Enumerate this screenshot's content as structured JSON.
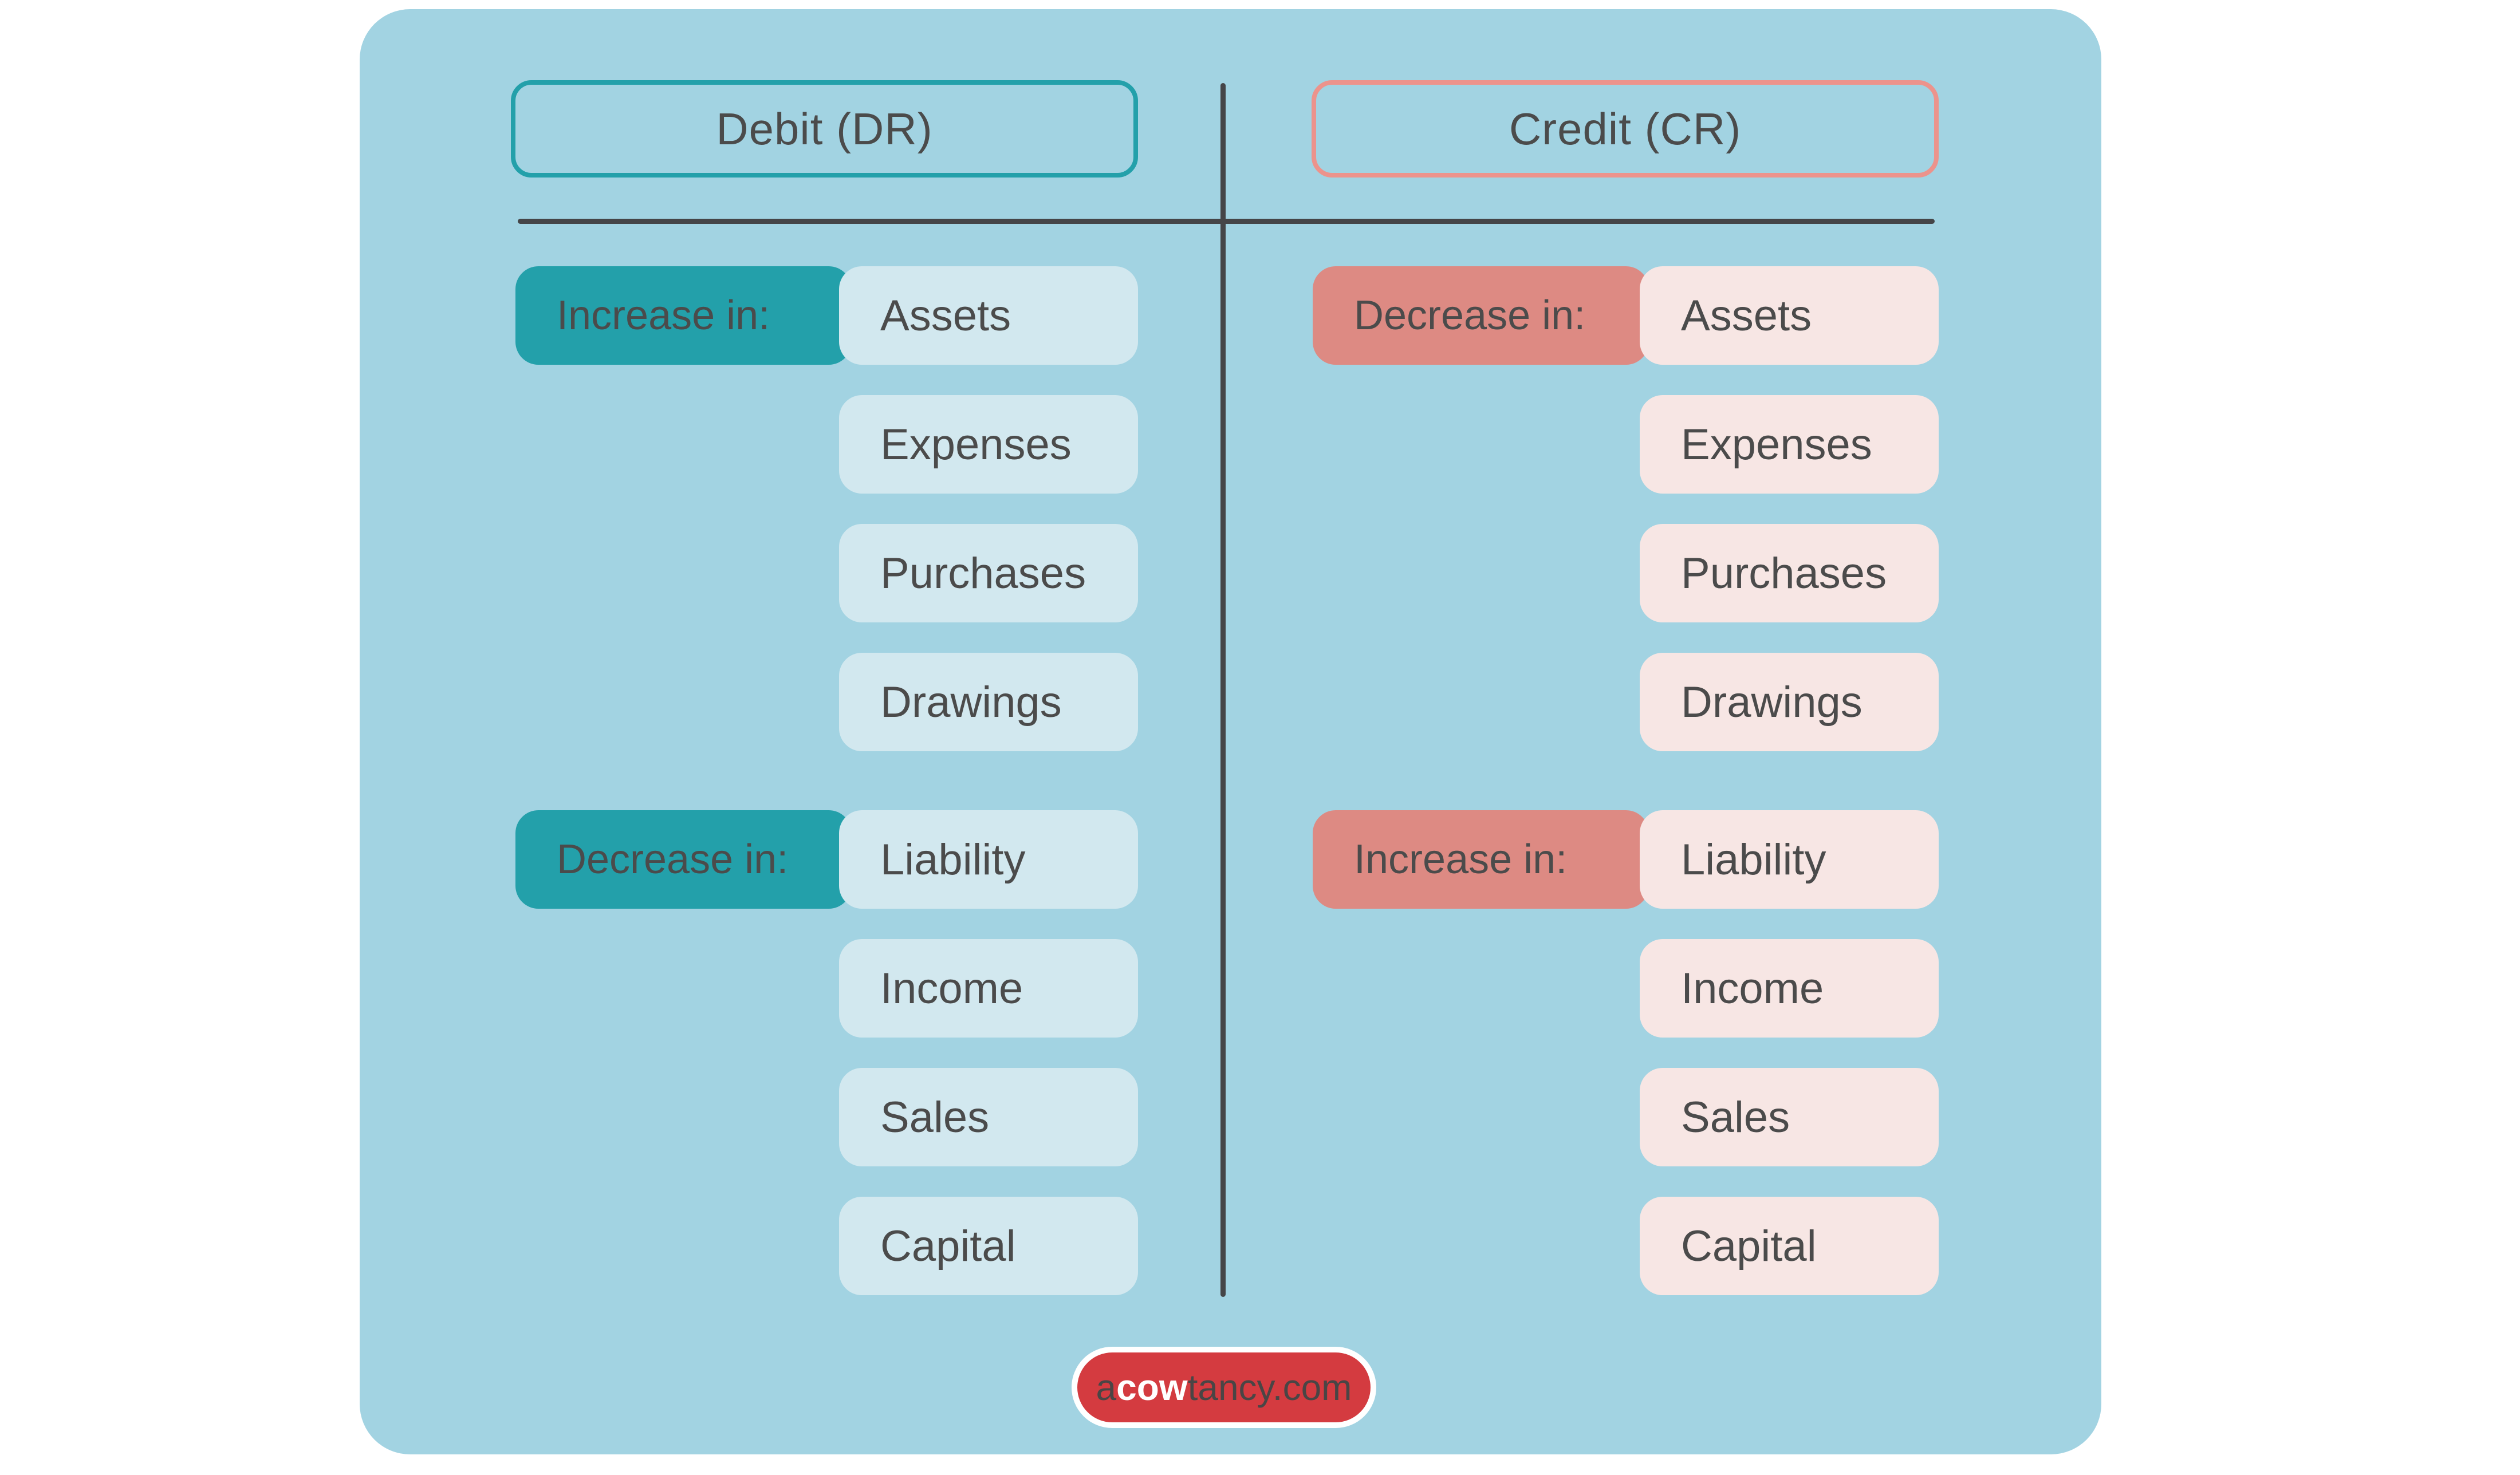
{
  "columns": [
    {
      "side": "debit",
      "header": "Debit (DR)",
      "groups": [
        {
          "label": "Increase in:",
          "items": [
            "Assets",
            "Expenses",
            "Purchases",
            "Drawings"
          ]
        },
        {
          "label": "Decrease in:",
          "items": [
            "Liability",
            "Income",
            "Sales",
            "Capital"
          ]
        }
      ]
    },
    {
      "side": "credit",
      "header": "Credit (CR)",
      "groups": [
        {
          "label": "Decrease in:",
          "items": [
            "Assets",
            "Expenses",
            "Purchases",
            "Drawings"
          ]
        },
        {
          "label": "Increase in:",
          "items": [
            "Liability",
            "Income",
            "Sales",
            "Capital"
          ]
        }
      ]
    }
  ],
  "footer": {
    "brand": "acowtancy.com",
    "brand_prefix": "a",
    "brand_bold": "cow",
    "brand_suffix": "tancy.com"
  },
  "colors": {
    "page_bg": "#ffffff",
    "panel_bg": "#a2d3e2",
    "teal": "#23a0aa",
    "teal_light": "#d2e8ef",
    "salmon": "#dd8a83",
    "salmon_light": "#f7e6e4",
    "credit_border": "#ec938c",
    "divider": "#454548",
    "text": "#4b4b4b",
    "logo_bg": "#d43b40",
    "logo_text_dark": "#4a4545",
    "logo_text_light": "#ffffff"
  }
}
